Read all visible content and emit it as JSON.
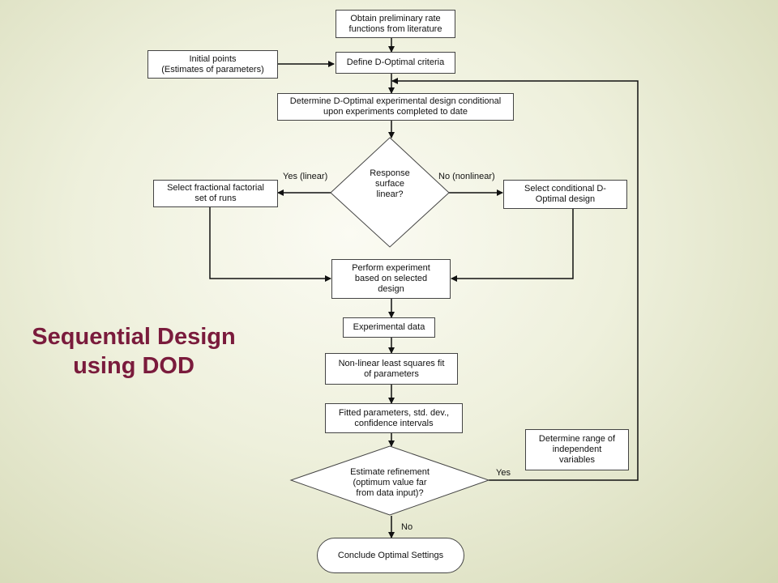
{
  "title": "Sequential Design\nusing DOD",
  "nodes": {
    "obtain": "Obtain preliminary rate\nfunctions from literature",
    "initial": "Initial points\n(Estimates of parameters)",
    "define": "Define D-Optimal criteria",
    "determine_design": "Determine D-Optimal experimental design conditional\nupon experiments completed to date",
    "response": "Response\nsurface\nlinear?",
    "fractional": "Select fractional factorial\nset of runs",
    "conditional": "Select conditional D-\nOptimal design",
    "perform": "Perform experiment\nbased on selected\ndesign",
    "expdata": "Experimental data",
    "nonlinear": "Non-linear least squares fit\nof parameters",
    "fitted": "Fitted parameters, std. dev.,\nconfidence intervals",
    "estimate": "Estimate refinement\n(optimum value far\nfrom data input)?",
    "conclude": "Conclude Optimal Settings",
    "range": "Determine range of\nindependent\nvariables"
  },
  "labels": {
    "yes_linear": "Yes (linear)",
    "no_nonlinear": "No (nonlinear)",
    "yes": "Yes",
    "no": "No"
  }
}
